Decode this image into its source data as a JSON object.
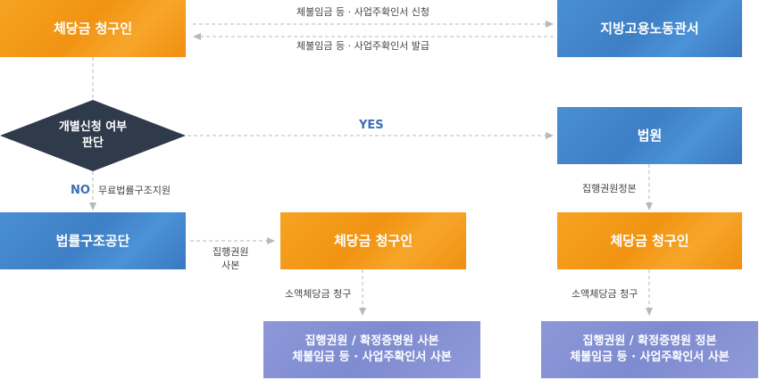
{
  "nodes": {
    "claimant_top": "체당금 청구인",
    "labor_office": "지방고용노동관서",
    "decision_line1": "개별신청 여부",
    "decision_line2": "판단",
    "court": "법원",
    "legal_aid": "법률구조공단",
    "claimant_mid": "체당금 청구인",
    "claimant_right": "체당금 청구인",
    "docs_left_line1": "집행권원 / 확정증명원 사본",
    "docs_left_line2": "체불임금 등 · 사업주확인서 사본",
    "docs_right_line1": "집행권원 / 확정증명원 정본",
    "docs_right_line2": "체불임금 등 · 사업주확인서 사본"
  },
  "labels": {
    "request": "체불임금 등 · 사업주확인서 신청",
    "issue": "체불임금 등 · 사업주확인서 발급",
    "yes": "YES",
    "no": "NO",
    "free_legal_aid": "무료법률구조지원",
    "exec_title_line1": "집행권원",
    "exec_title_line2": "사본",
    "exec_title_original": "집행권원정본",
    "small_claim_left": "소액체당금 청구",
    "small_claim_right": "소액체당금 청구"
  }
}
